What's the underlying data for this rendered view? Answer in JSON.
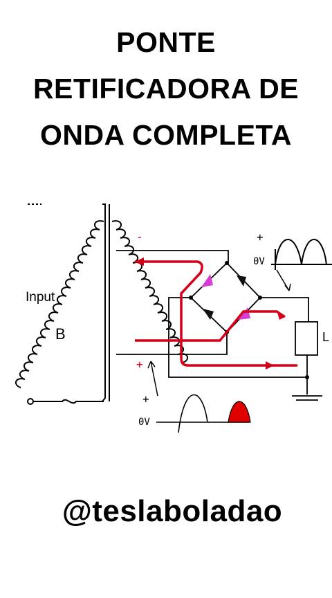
{
  "title": {
    "line1": "PONTE",
    "line2": "RETIFICADORA DE",
    "line3": "ONDA COMPLETA"
  },
  "diagram": {
    "input_label": "Input",
    "transformer_label": "B",
    "load_label": "L",
    "plus_top": "+",
    "zero_top": "0V",
    "minus_secondary": "-",
    "plus_secondary": "+",
    "plus_bottom": "+",
    "zero_bottom": "0V",
    "colors": {
      "current_path": "#d4001a",
      "diode_lit": "#d63bd6",
      "diode_dark": "#111111",
      "wire": "#000000",
      "half_wave_fill": "#e00000"
    }
  },
  "footer": {
    "handle": "@teslaboladao"
  }
}
